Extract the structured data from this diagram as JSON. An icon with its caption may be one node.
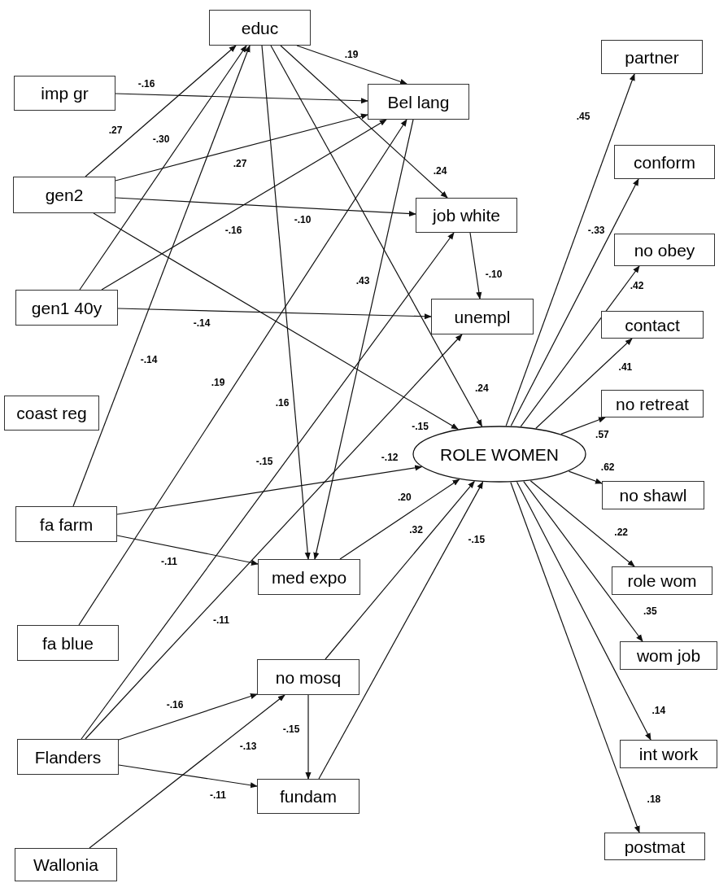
{
  "diagram": {
    "nodes": [
      {
        "text": [
          "educ"
        ]
      },
      {
        "text": [
          "imp gr"
        ]
      },
      {
        "text": [
          "gen2"
        ]
      },
      {
        "text": [
          "gen1 40y"
        ]
      },
      {
        "text": [
          "coast reg"
        ]
      },
      {
        "text": [
          "fa farm"
        ]
      },
      {
        "text": [
          "fa blue"
        ]
      },
      {
        "text": [
          "Flanders"
        ]
      },
      {
        "text": [
          "Wallonia"
        ]
      },
      {
        "text": [
          "Bel lang"
        ]
      },
      {
        "text": [
          "job white"
        ]
      },
      {
        "text": [
          "unempl"
        ]
      },
      {
        "text": [
          "med expo"
        ]
      },
      {
        "text": [
          "no mosq"
        ]
      },
      {
        "text": [
          "fundam"
        ]
      },
      {
        "text": [
          "ROLE WOMEN"
        ]
      },
      {
        "text": [
          "partner"
        ]
      },
      {
        "text": [
          "conform"
        ]
      },
      {
        "text": [
          "no obey"
        ]
      },
      {
        "text": [
          "contact"
        ]
      },
      {
        "text": [
          "no retreat"
        ]
      },
      {
        "text": [
          "no shawl"
        ]
      },
      {
        "text": [
          "role wom"
        ]
      },
      {
        "text": [
          "wom job"
        ]
      },
      {
        "text": [
          "int work"
        ]
      },
      {
        "text": [
          "postmat"
        ]
      }
    ],
    "edges": [
      {
        "from": 0,
        "to": 9,
        "arrow": "to",
        "label": ".19"
      },
      {
        "from": 1,
        "to": 9,
        "arrow": "to",
        "label": "-.16"
      },
      {
        "from": 2,
        "to": 0,
        "arrow": "to",
        "label": ".27"
      },
      {
        "from": 3,
        "to": 0,
        "arrow": "to",
        "label": "-.30"
      },
      {
        "from": 2,
        "to": 9,
        "arrow": "to",
        "label": ".27"
      },
      {
        "from": 3,
        "to": 9,
        "arrow": "to",
        "label": "-.16"
      },
      {
        "from": 2,
        "to": 10,
        "arrow": "to",
        "label": "-.10"
      },
      {
        "from": 2,
        "to": 15,
        "arrow": "to",
        "label": "-.15"
      },
      {
        "from": 0,
        "to": 12,
        "arrow": "to",
        "label": ".16"
      },
      {
        "from": 0,
        "to": 15,
        "arrow": "to",
        "label": ".24"
      },
      {
        "from": 0,
        "to": 10,
        "arrow": "to",
        "label": ".24"
      },
      {
        "from": 3,
        "to": 11,
        "arrow": "to",
        "label": "-.14"
      },
      {
        "from": 5,
        "to": 0,
        "arrow": "to",
        "label": "-.14"
      },
      {
        "from": 6,
        "to": 9,
        "arrow": "to",
        "label": ".19"
      },
      {
        "from": 9,
        "to": 12,
        "arrow": "to",
        "label": ".43"
      },
      {
        "from": 10,
        "to": 11,
        "arrow": "to",
        "label": "-.10"
      },
      {
        "from": 7,
        "to": 10,
        "arrow": "to",
        "label": "-.15"
      },
      {
        "from": 7,
        "to": 11,
        "arrow": "to",
        "label": "-.11"
      },
      {
        "from": 5,
        "to": 15,
        "arrow": "to",
        "label": "-.12"
      },
      {
        "from": 5,
        "to": 12,
        "arrow": "to",
        "label": "-.11"
      },
      {
        "from": 12,
        "to": 15,
        "arrow": "to",
        "label": ".20"
      },
      {
        "from": 13,
        "to": 15,
        "arrow": "to",
        "label": ".32"
      },
      {
        "from": 14,
        "to": 15,
        "arrow": "to",
        "label": "-.15"
      },
      {
        "from": 7,
        "to": 13,
        "arrow": "to",
        "label": "-.16"
      },
      {
        "from": 8,
        "to": 13,
        "arrow": "to",
        "label": "-.13"
      },
      {
        "from": 13,
        "to": 14,
        "arrow": "to",
        "label": "-.15"
      },
      {
        "from": 7,
        "to": 14,
        "arrow": "to",
        "label": "-.11"
      },
      {
        "from": 15,
        "to": 16,
        "arrow": "to",
        "label": ".45"
      },
      {
        "from": 15,
        "to": 17,
        "arrow": "to",
        "label": "-.33"
      },
      {
        "from": 15,
        "to": 18,
        "arrow": "to",
        "label": ".42"
      },
      {
        "from": 15,
        "to": 19,
        "arrow": "to",
        "label": ".41"
      },
      {
        "from": 15,
        "to": 20,
        "arrow": "to",
        "label": ".57"
      },
      {
        "from": 15,
        "to": 21,
        "arrow": "to",
        "label": ".62"
      },
      {
        "from": 15,
        "to": 22,
        "arrow": "to",
        "label": ".22"
      },
      {
        "from": 15,
        "to": 23,
        "arrow": "to",
        "label": ".35"
      },
      {
        "from": 15,
        "to": 24,
        "arrow": "to",
        "label": ".14"
      },
      {
        "from": 15,
        "to": 25,
        "arrow": "to",
        "label": ".18"
      }
    ]
  }
}
